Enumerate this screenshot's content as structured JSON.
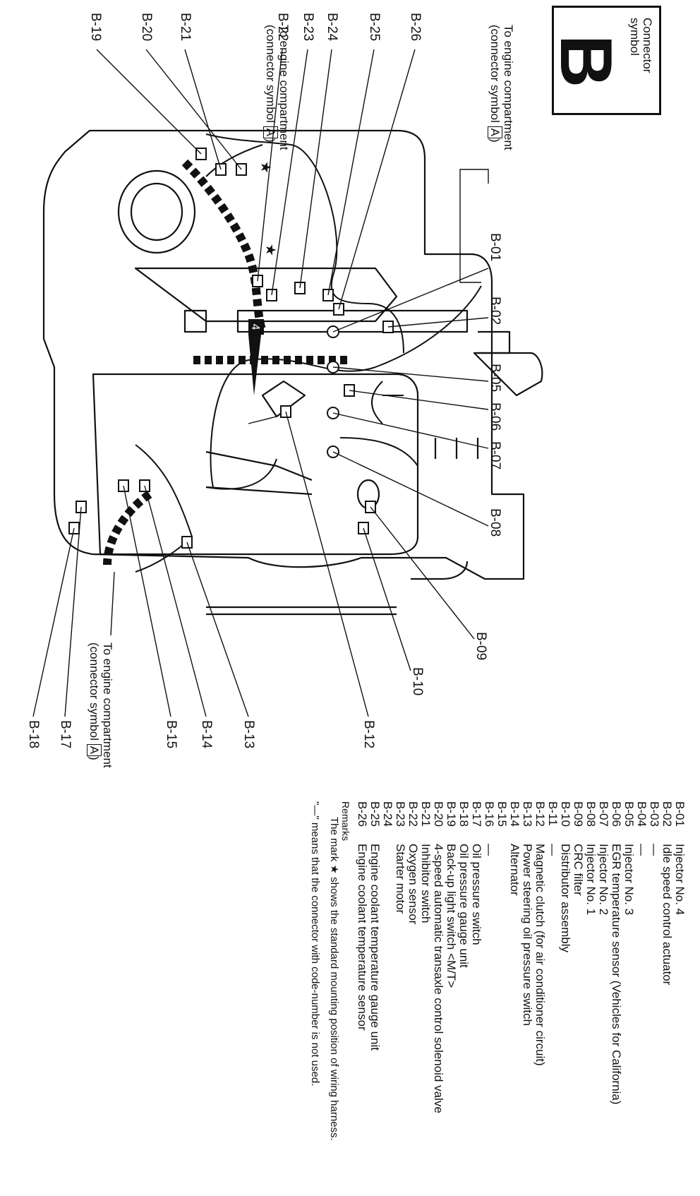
{
  "symbol": {
    "caption": "Connector symbol",
    "letter": "B"
  },
  "notes": {
    "engine_compartment_1": [
      "To engine compartment",
      "(connector symbol ",
      "A",
      ")"
    ],
    "engine_compartment_2": [
      "To engine compartment",
      "(connector symbol ",
      "A",
      ")"
    ],
    "engine_compartment_3": [
      "To engine compartment",
      "(connector symbol ",
      "A",
      ")"
    ],
    "star": "★",
    "ground_number": "4"
  },
  "callouts": [
    "B-01",
    "B-02",
    "B-05",
    "B-06",
    "B-07",
    "B-08",
    "B-09",
    "B-10",
    "B-12",
    "B-13",
    "B-14",
    "B-15",
    "B-17",
    "B-18",
    "B-19",
    "B-20",
    "B-21",
    "B-22",
    "B-23",
    "B-24",
    "B-25",
    "B-26"
  ],
  "legend": [
    {
      "code": "B-01",
      "desc": "Injector No. 4"
    },
    {
      "code": "B-02",
      "desc": "Idle speed control actuator"
    },
    {
      "code": "B-03",
      "desc": "—"
    },
    {
      "code": "B-04",
      "desc": "—"
    },
    {
      "code": "B-05",
      "desc": "Injector No. 3"
    },
    {
      "code": "B-06",
      "desc": "EGR temperature sensor (Vehicles for California)"
    },
    {
      "code": "B-07",
      "desc": "Injector No. 2"
    },
    {
      "code": "B-08",
      "desc": "Injector No. 1"
    },
    {
      "code": "B-09",
      "desc": "CRC filter"
    },
    {
      "code": "B-10",
      "desc": "Distributor assembly"
    },
    {
      "code": "B-11",
      "desc": "—"
    },
    {
      "code": "B-12",
      "desc": "Magnetic clutch (for air conditioner circuit)"
    },
    {
      "code": "B-13",
      "desc": "Power steering oil pressure switch"
    },
    {
      "code": "B-14",
      "desc": "Alternator"
    },
    {
      "code": "B-15",
      "desc": ""
    },
    {
      "code": "B-16",
      "desc": "—"
    },
    {
      "code": "B-17",
      "desc": "Oil pressure switch"
    },
    {
      "code": "B-18",
      "desc": "Oil pressure gauge unit"
    },
    {
      "code": "B-19",
      "desc": "Back-up light switch <M/T>"
    },
    {
      "code": "B-20",
      "desc": "4-speed automatic transaxle control solenoid valve"
    },
    {
      "code": "B-21",
      "desc": "Inhibitor switch"
    },
    {
      "code": "B-22",
      "desc": "Oxygen sensor"
    },
    {
      "code": "B-23",
      "desc": "Starter motor"
    },
    {
      "code": "B-24",
      "desc": ""
    },
    {
      "code": "B-25",
      "desc": "Engine coolant temperature gauge unit"
    },
    {
      "code": "B-26",
      "desc": "Engine coolant temperature sensor"
    }
  ],
  "remarks": {
    "title": "Remarks",
    "mark_note": "The mark ★ shows the standard mounting position of wiring harness.",
    "dash_note": "\"—\" means that the connector with code-number is not used."
  }
}
